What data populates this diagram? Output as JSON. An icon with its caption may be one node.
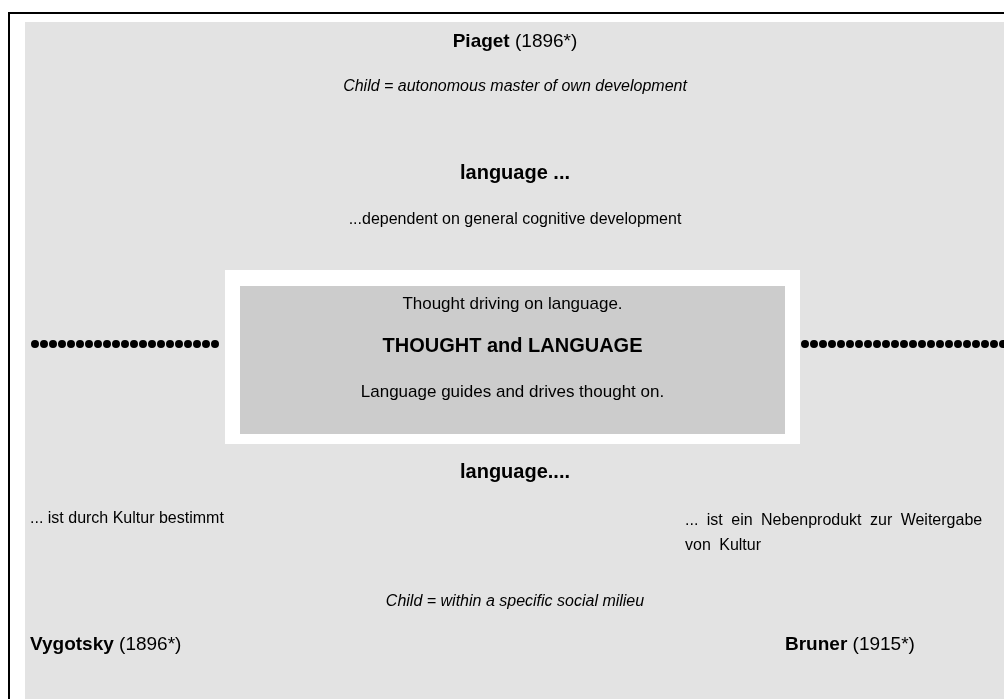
{
  "diagram": {
    "nodes": [
      {
        "text": [
          "Thought driving on language.",
          "THOUGHT and LANGUAGE",
          "Language guides and drives thought on."
        ]
      }
    ],
    "edges": [],
    "labels": [
      "**Piaget** (1896*)",
      "Child = autonomous master of own development",
      "language ...",
      "...dependent on general cognitive development",
      "language....",
      "... ist durch Kultur bestimmt",
      "... ist ein Nebenprodukt zur Weitergabe von Kultur",
      "Child = within a specific social milieu",
      "**Vygotsky** (1896*)",
      "**Bruner** (1915*)"
    ]
  }
}
